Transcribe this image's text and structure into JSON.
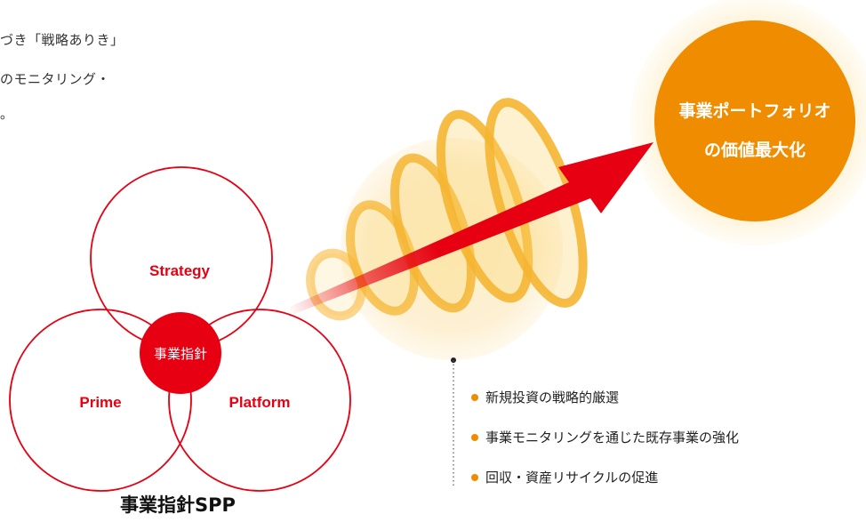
{
  "intro": {
    "line1": "づき「戦略ありき」",
    "line2": "のモニタリング・",
    "line3": "。"
  },
  "spp": {
    "strategy_label": "Strategy",
    "prime_label": "Prime",
    "platform_label": "Platform",
    "center_label": "事業指針",
    "caption": "事業指針SPP"
  },
  "goal": {
    "line1": "事業ポートフォリオ",
    "line2": "の価値最大化"
  },
  "bullets": [
    {
      "text": "新規投資の戦略的厳選"
    },
    {
      "text": "事業モニタリングを通じた既存事業の強化"
    },
    {
      "text": "回収・資産リサイクルの促進"
    }
  ],
  "colors": {
    "red": "#e60012",
    "orange": "#f08c00",
    "glow": "#fde9b8",
    "spiral": "#f9c23c",
    "text": "#222222"
  },
  "icons": {
    "bullet": "orange-dot-icon"
  }
}
